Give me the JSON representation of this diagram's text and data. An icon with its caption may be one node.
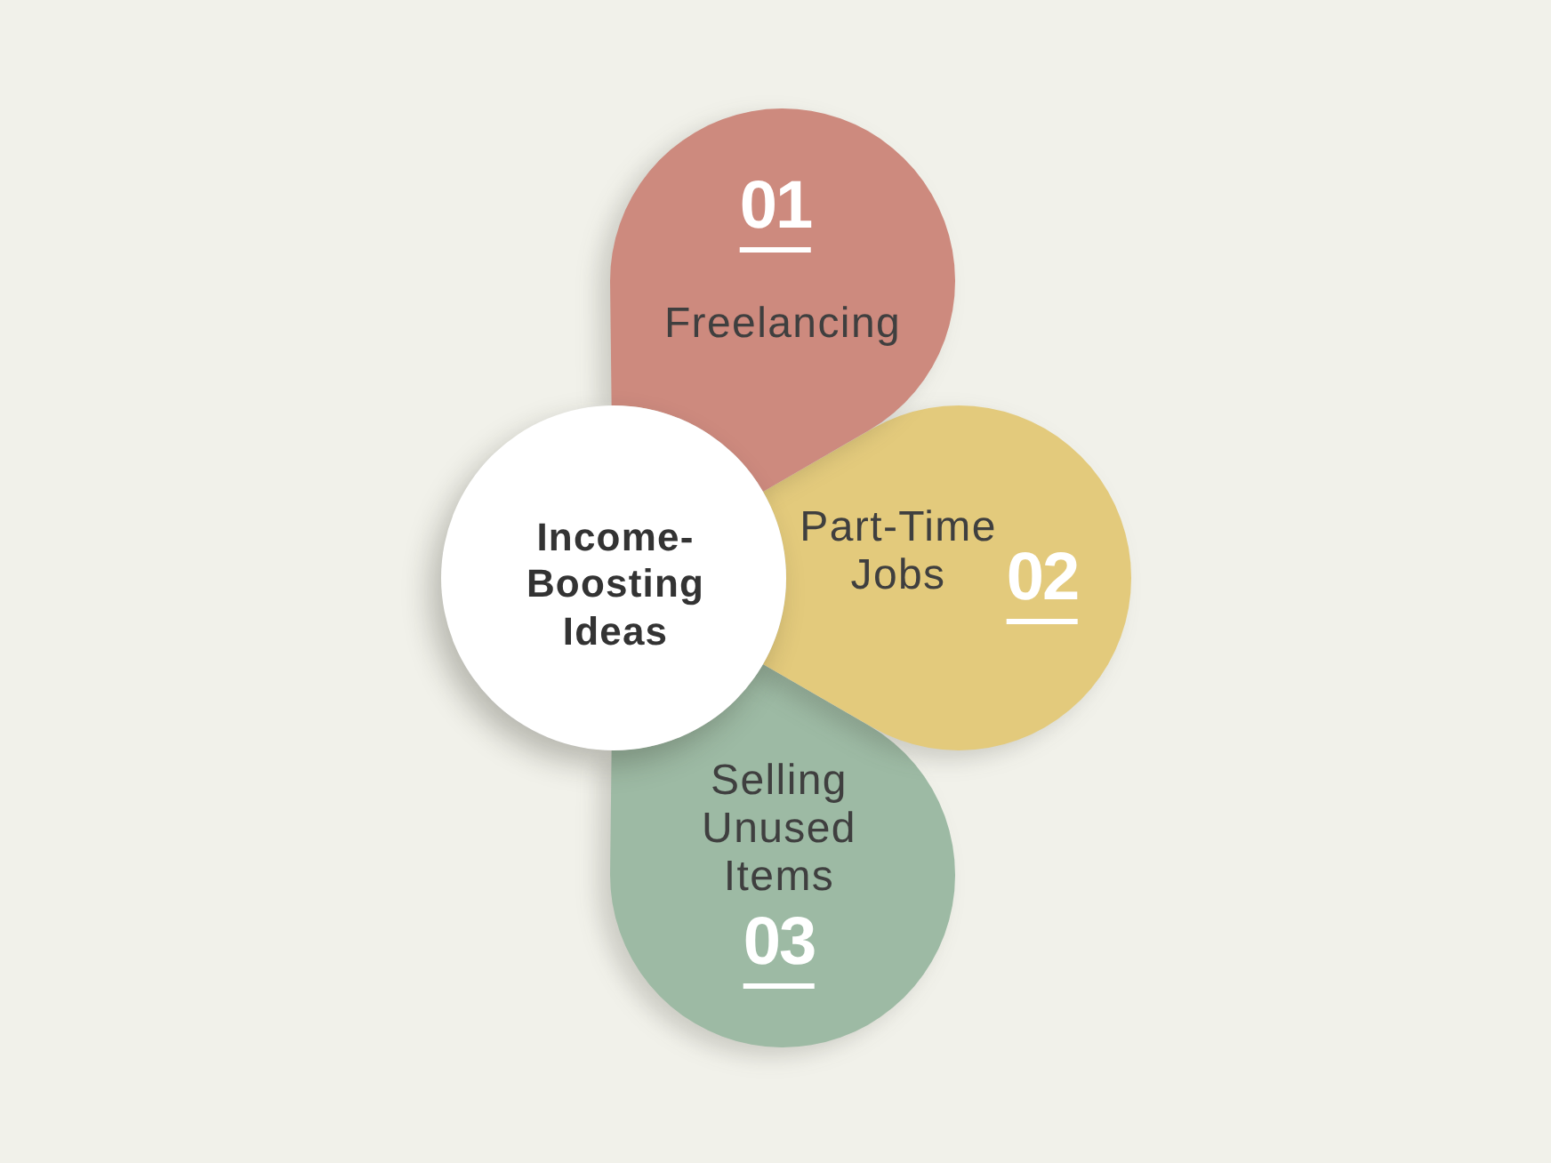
{
  "diagram": {
    "nodes": [
      {
        "text": [
          "Income-Boosting Ideas"
        ]
      },
      {
        "text": [
          "01",
          "Freelancing"
        ]
      },
      {
        "text": [
          "Part-Time Jobs",
          "02"
        ]
      },
      {
        "text": [
          "Selling Unused Items",
          "03"
        ]
      }
    ]
  }
}
